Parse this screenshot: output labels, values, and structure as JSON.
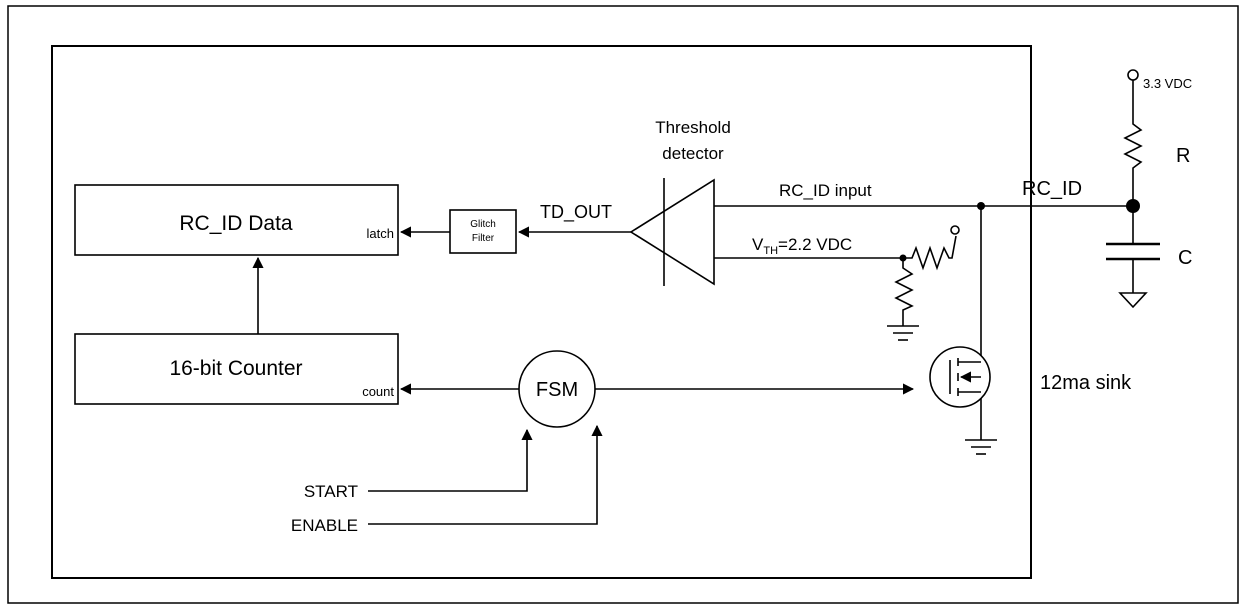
{
  "blocks": {
    "rc_id_data": {
      "label": "RC_ID Data",
      "port": "latch"
    },
    "counter": {
      "label": "16-bit Counter",
      "port": "count"
    },
    "glitch_filter": {
      "line1": "Glitch",
      "line2": "Filter"
    },
    "fsm": {
      "label": "FSM"
    },
    "threshold_detector": {
      "line1": "Threshold",
      "line2": "detector"
    }
  },
  "signals": {
    "td_out": "TD_OUT",
    "rc_id_input": "RC_ID input",
    "vth_prefix": "V",
    "vth_sub": "TH",
    "vth_value": "=2.2 VDC",
    "rc_id": "RC_ID",
    "start": "START",
    "enable": "ENABLE"
  },
  "external": {
    "supply": "3.3 VDC",
    "resistor": "R",
    "capacitor": "C",
    "sink": "12ma sink"
  }
}
